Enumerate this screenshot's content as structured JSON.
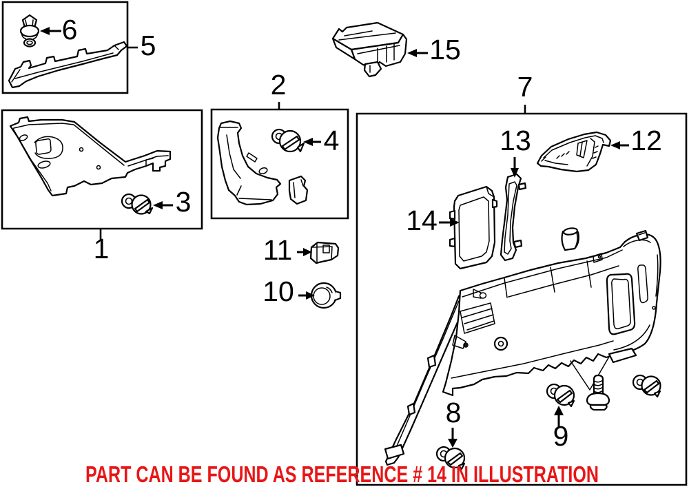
{
  "page": {
    "background": "#ffffff",
    "line_color": "#000000"
  },
  "callouts": {
    "n1": "1",
    "n2": "2",
    "n3": "3",
    "n4": "4",
    "n5": "5",
    "n6": "6",
    "n7": "7",
    "n8": "8",
    "n9": "9",
    "n10": "10",
    "n11": "11",
    "n12": "12",
    "n13": "13",
    "n14": "14",
    "n15": "15"
  },
  "note": {
    "text": "PART CAN BE FOUND AS REFERENCE # 14 IN ILLUSTRATION",
    "color": "#e81616"
  },
  "parts": {
    "1": "pillar-trim-panel",
    "2": "pillar-trim",
    "3": "screw-grommet",
    "4": "screw-grommet",
    "5": "trim-strip",
    "6": "push-pin-clip",
    "7": "quarter-trim-panel-group",
    "8": "screw-grommet",
    "9": "screw-grommet",
    "10": "round-grommet-cap",
    "11": "square-clip",
    "12": "storage-tray",
    "13": "trim-strip",
    "14": "pocket-panel",
    "15": "control-module"
  }
}
